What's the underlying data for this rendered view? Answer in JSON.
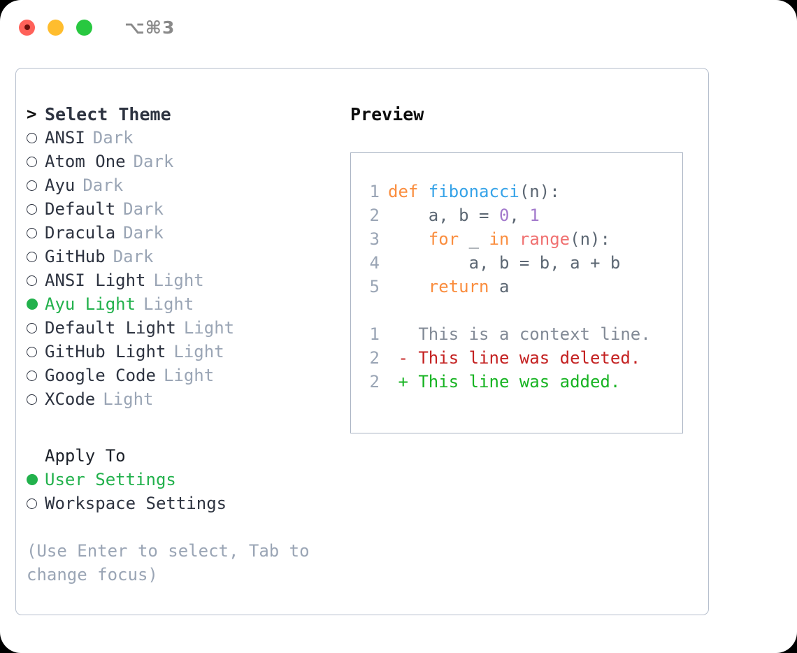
{
  "titlebar": {
    "shortcut": "⌥⌘3",
    "lights": [
      "close-red",
      "minimize-amber",
      "maximize-green"
    ]
  },
  "left": {
    "header": {
      "caret": ">",
      "title": "Select Theme"
    },
    "themes": [
      {
        "marker": "empty",
        "name": "ANSI",
        "badge": "Dark",
        "selected": false
      },
      {
        "marker": "empty",
        "name": "Atom One",
        "badge": "Dark",
        "selected": false
      },
      {
        "marker": "empty",
        "name": "Ayu",
        "badge": "Dark",
        "selected": false
      },
      {
        "marker": "empty",
        "name": "Default",
        "badge": "Dark",
        "selected": false
      },
      {
        "marker": "empty",
        "name": "Dracula",
        "badge": "Dark",
        "selected": false
      },
      {
        "marker": "empty",
        "name": "GitHub",
        "badge": "Dark",
        "selected": false
      },
      {
        "marker": "empty",
        "name": "ANSI Light",
        "badge": "Light",
        "selected": false
      },
      {
        "marker": "filled",
        "name": "Ayu Light",
        "badge": "Light",
        "selected": true
      },
      {
        "marker": "empty",
        "name": "Default Light",
        "badge": "Light",
        "selected": false
      },
      {
        "marker": "empty",
        "name": "GitHub Light",
        "badge": "Light",
        "selected": false
      },
      {
        "marker": "empty",
        "name": "Google Code",
        "badge": "Light",
        "selected": false
      },
      {
        "marker": "empty",
        "name": "XCode",
        "badge": "Light",
        "selected": false
      }
    ],
    "apply_to": {
      "heading": "Apply To",
      "options": [
        {
          "marker": "filled",
          "name": "User Settings",
          "selected": true
        },
        {
          "marker": "empty",
          "name": "Workspace Settings",
          "selected": false
        }
      ]
    },
    "hint": "(Use Enter to select, Tab to change focus)"
  },
  "right": {
    "title": "Preview",
    "code_lines": [
      {
        "no": "1",
        "tokens": [
          {
            "t": "def ",
            "c": "kw"
          },
          {
            "t": "fibonacci",
            "c": "fn"
          },
          {
            "t": "(n):",
            "c": "pl"
          }
        ]
      },
      {
        "no": "2",
        "tokens": [
          {
            "t": "    a, b = ",
            "c": "pl"
          },
          {
            "t": "0",
            "c": "num"
          },
          {
            "t": ", ",
            "c": "pl"
          },
          {
            "t": "1",
            "c": "num"
          }
        ]
      },
      {
        "no": "3",
        "tokens": [
          {
            "t": "    ",
            "c": "pl"
          },
          {
            "t": "for",
            "c": "kw"
          },
          {
            "t": " _ ",
            "c": "pl"
          },
          {
            "t": "in",
            "c": "kw"
          },
          {
            "t": " ",
            "c": "pl"
          },
          {
            "t": "range",
            "c": "bi"
          },
          {
            "t": "(n):",
            "c": "pl"
          }
        ]
      },
      {
        "no": "4",
        "tokens": [
          {
            "t": "        a, b = b, a + b",
            "c": "pl"
          }
        ]
      },
      {
        "no": "5",
        "tokens": [
          {
            "t": "    ",
            "c": "pl"
          },
          {
            "t": "return",
            "c": "kw"
          },
          {
            "t": " a",
            "c": "pl"
          }
        ]
      }
    ],
    "diff_lines": [
      {
        "no": "1",
        "tokens": [
          {
            "t": "   This is a context line.",
            "c": "ctx"
          }
        ]
      },
      {
        "no": "2",
        "tokens": [
          {
            "t": " - This line was deleted.",
            "c": "del"
          }
        ]
      },
      {
        "no": "2",
        "tokens": [
          {
            "t": " + This line was added.",
            "c": "add"
          }
        ]
      }
    ]
  },
  "colors": {
    "accent_green": "#22b14c",
    "keyword_orange": "#fa8d3e",
    "function_blue": "#36a3e8",
    "number_purple": "#a37acc",
    "builtin_red": "#f07171",
    "muted_gray": "#9aa5b5",
    "diff_delete": "#c42121",
    "diff_add": "#17b322"
  }
}
